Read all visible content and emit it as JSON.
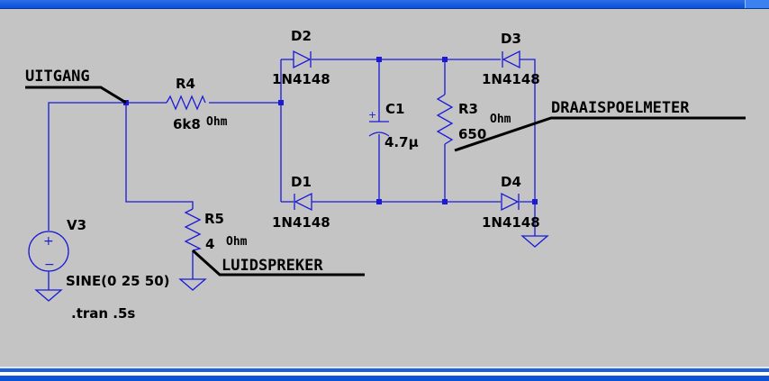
{
  "window": {
    "accent": "#0a4fd6"
  },
  "schematic": {
    "wire_color": "#1a1ad8",
    "background": "#c4c4c4",
    "net_labels": {
      "output": "UITGANG",
      "speaker": "LUIDSPREKER",
      "meter": "DRAAISPOELMETER"
    },
    "components": {
      "r4": {
        "name": "R4",
        "value": "6k8",
        "unit": "Ohm"
      },
      "r5": {
        "name": "R5",
        "value": "4",
        "unit": "Ohm"
      },
      "r3": {
        "name": "R3",
        "value": "650",
        "unit": "Ohm"
      },
      "c1": {
        "name": "C1",
        "value": "4.7µ",
        "plus": "+"
      },
      "d1": {
        "name": "D1",
        "model": "1N4148"
      },
      "d2": {
        "name": "D2",
        "model": "1N4148"
      },
      "d3": {
        "name": "D3",
        "model": "1N4148"
      },
      "d4": {
        "name": "D4",
        "model": "1N4148"
      },
      "v3": {
        "name": "V3",
        "value": "SINE(0 25 50)",
        "plus": "+",
        "minus": "−"
      }
    },
    "directive": ".tran .5s"
  }
}
